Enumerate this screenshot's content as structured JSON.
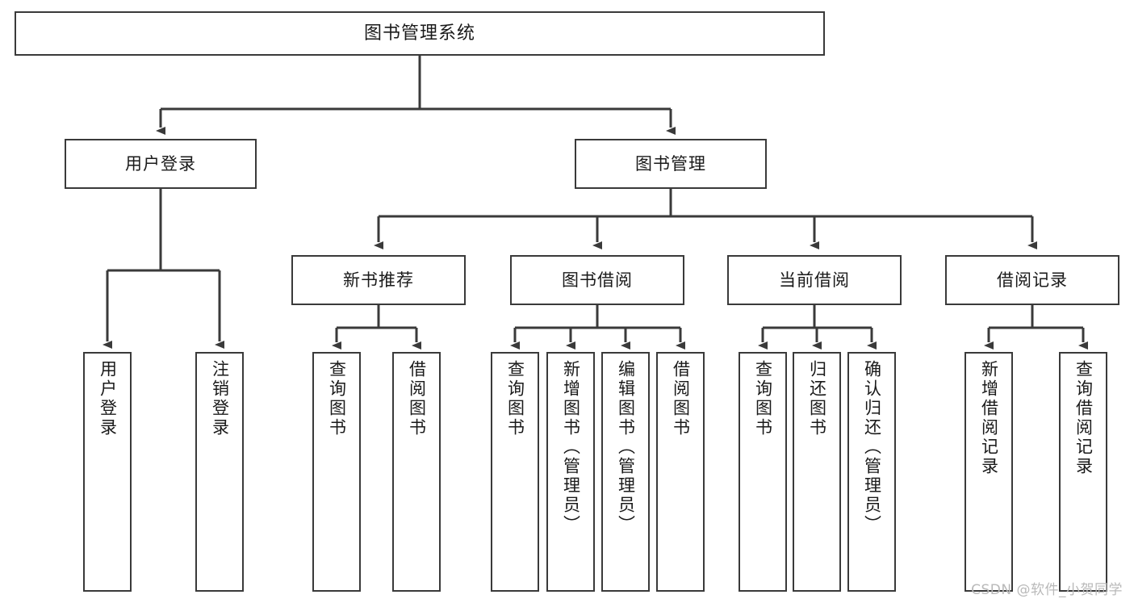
{
  "diagram": {
    "type": "tree-hierarchy",
    "title": "图书管理系统",
    "root": {
      "label": "图书管理系统"
    },
    "level2": [
      {
        "id": "user-login",
        "label": "用户登录"
      },
      {
        "id": "book-management",
        "label": "图书管理"
      }
    ],
    "level3": [
      {
        "id": "new-book-recommend",
        "label": "新书推荐",
        "parent": "book-management"
      },
      {
        "id": "book-borrow",
        "label": "图书借阅",
        "parent": "book-management"
      },
      {
        "id": "current-borrow",
        "label": "当前借阅",
        "parent": "book-management"
      },
      {
        "id": "borrow-record",
        "label": "借阅记录",
        "parent": "book-management"
      }
    ],
    "leaves": [
      {
        "id": "leaf-user-login",
        "label": "用户登录",
        "parent": "user-login"
      },
      {
        "id": "leaf-logout-login",
        "label": "注销登录",
        "parent": "user-login"
      },
      {
        "id": "leaf-query-book-1",
        "label": "查询图书",
        "parent": "new-book-recommend"
      },
      {
        "id": "leaf-borrow-book-1",
        "label": "借阅图书",
        "parent": "new-book-recommend"
      },
      {
        "id": "leaf-query-book-2",
        "label": "查询图书",
        "parent": "book-borrow"
      },
      {
        "id": "leaf-add-book",
        "label": "新增图书（管理员）",
        "parent": "book-borrow"
      },
      {
        "id": "leaf-edit-book",
        "label": "编辑图书（管理员）",
        "parent": "book-borrow"
      },
      {
        "id": "leaf-borrow-book-2",
        "label": "借阅图书",
        "parent": "book-borrow"
      },
      {
        "id": "leaf-query-book-3",
        "label": "查询图书",
        "parent": "current-borrow"
      },
      {
        "id": "leaf-return-book",
        "label": "归还图书",
        "parent": "current-borrow"
      },
      {
        "id": "leaf-confirm-return",
        "label": "确认归还（管理员）",
        "parent": "current-borrow"
      },
      {
        "id": "leaf-add-record",
        "label": "新增借阅记录",
        "parent": "borrow-record"
      },
      {
        "id": "leaf-query-record",
        "label": "查询借阅记录",
        "parent": "borrow-record"
      }
    ],
    "colors": {
      "stroke": "#3a3a3a",
      "fill": "#ffffff",
      "text": "#1a1a1a",
      "watermark": "#b9b9b9"
    }
  },
  "watermark": {
    "text": "CSDN @软件_小贺同学"
  }
}
